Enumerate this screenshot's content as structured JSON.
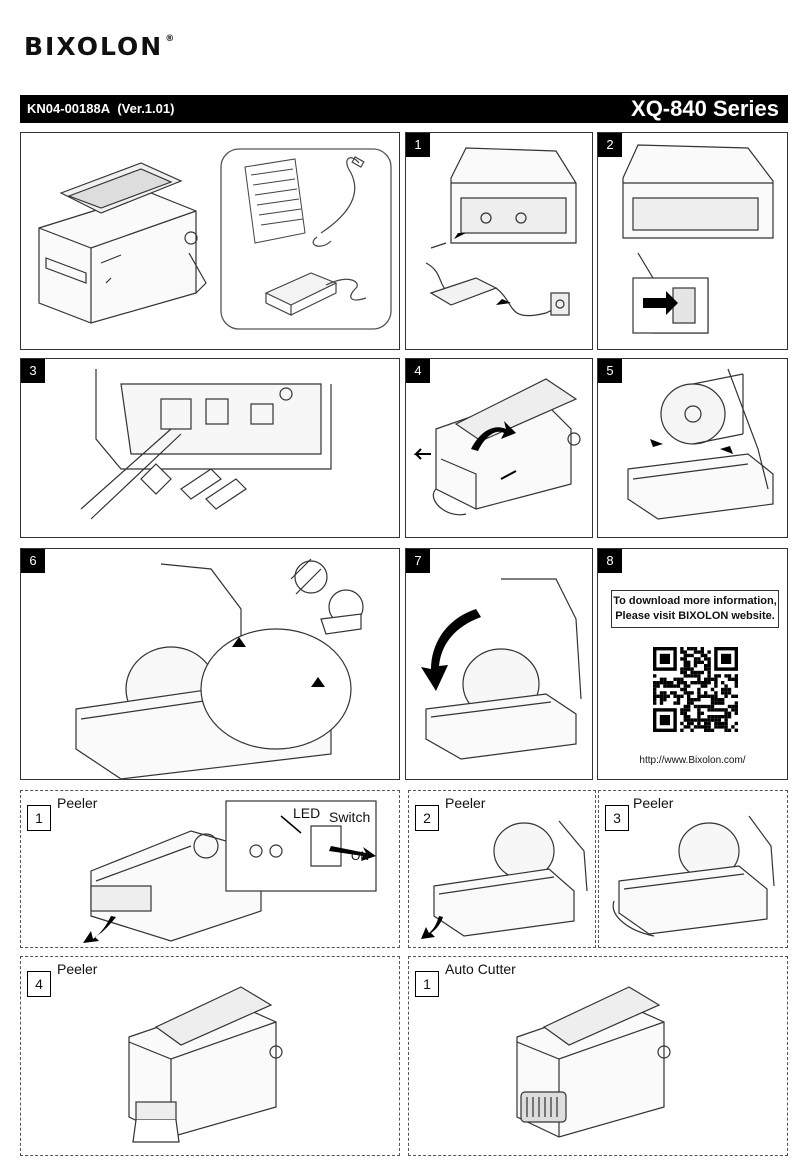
{
  "brand": {
    "logo": "BIXOLON",
    "registered": "®"
  },
  "header": {
    "doc_code": "KN04-00188A",
    "version": "(Ver.1.01)",
    "series": "XQ-840 Series"
  },
  "steps": {
    "s1": "1",
    "s2": "2",
    "s3": "3",
    "s4": "4",
    "s5": "5",
    "s6": "6",
    "s7": "7",
    "s8": "8"
  },
  "info": {
    "line1": "To download more information,",
    "line2": "Please visit BIXOLON website.",
    "url": "http://www.Bixolon.com/"
  },
  "options": {
    "p1": {
      "num": "1",
      "label": "Peeler",
      "led": "LED",
      "switch": "Switch",
      "on": "ON"
    },
    "p2": {
      "num": "2",
      "label": "Peeler"
    },
    "p3": {
      "num": "3",
      "label": "Peeler"
    },
    "p4": {
      "num": "4",
      "label": "Peeler"
    },
    "cutter": {
      "num": "1",
      "label": "Auto Cutter"
    }
  }
}
